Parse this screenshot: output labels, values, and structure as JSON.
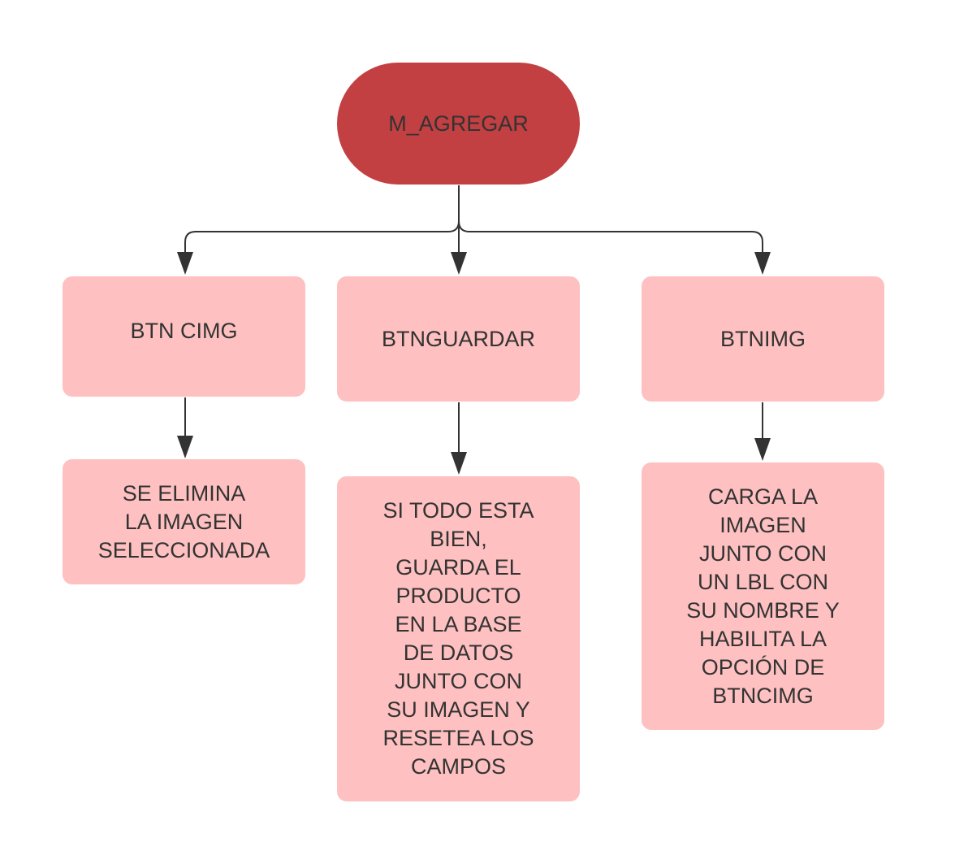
{
  "diagram": {
    "root": {
      "label": "M_AGREGAR"
    },
    "buttons": [
      {
        "label": "BTN CIMG",
        "result": "SE ELIMINA\nLA IMAGEN\nSELECCIONADA"
      },
      {
        "label": "BTNGUARDAR",
        "result": "SI TODO ESTA\nBIEN,\nGUARDA EL\nPRODUCTO\nEN LA BASE\nDE DATOS\nJUNTO CON\nSU IMAGEN Y\nRESETEA LOS\nCAMPOS"
      },
      {
        "label": "BTNIMG",
        "result": "CARGA LA\nIMAGEN\nJUNTO CON\nUN LBL CON\nSU NOMBRE Y\nHABILITA LA\nOPCIÓN DE\nBTNCIMG"
      }
    ],
    "colors": {
      "root_fill": "#c23f42",
      "box_fill": "#fec0c0",
      "text": "#333333",
      "connector": "#333333"
    }
  }
}
